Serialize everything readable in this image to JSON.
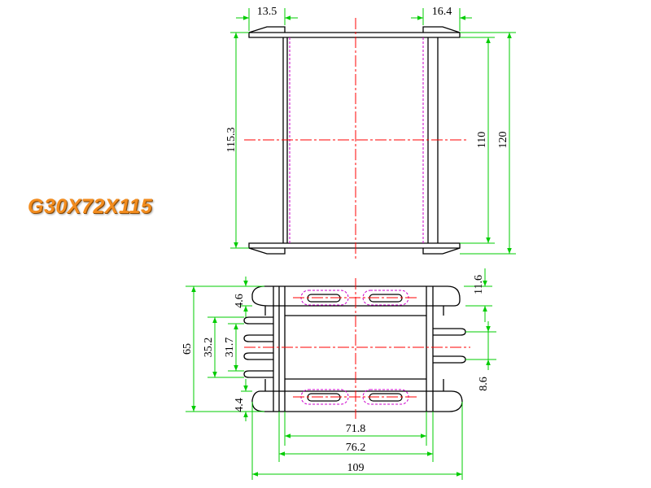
{
  "model": "G30X72X115",
  "colors": {
    "outline": "#000000",
    "dimension": "#00cc00",
    "centerline": "#ff0000",
    "hidden": "#cc00cc"
  },
  "front_view": {
    "dims": {
      "left_flange": "13.5",
      "right_flange": "16.4",
      "left_height": "115.3",
      "inner_height": "110",
      "overall_height": "120"
    }
  },
  "top_view": {
    "dims": {
      "depth": "65",
      "pin_span_outer": "35.2",
      "pin_span_inner": "31.7",
      "top_margin": "4.6",
      "bottom_margin": "4.4",
      "right_top": "11.6",
      "right_pitch": "8.6",
      "width_inner": "71.8",
      "width_mid": "76.2",
      "width_overall": "109"
    }
  }
}
